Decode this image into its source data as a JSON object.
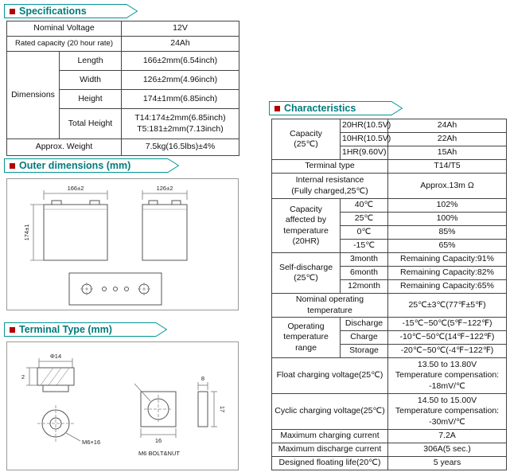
{
  "colors": {
    "teal": "#007b7b",
    "red": "#b30000",
    "border": "#444444"
  },
  "sections": {
    "specifications": {
      "title": "Specifications",
      "rows": [
        {
          "label": "Nominal Voltage",
          "value": "12V"
        },
        {
          "label": "Rated capacity (20 hour rate)",
          "value": "24Ah"
        }
      ],
      "dimensions_label": "Dimensions",
      "dimension_rows": [
        {
          "label": "Length",
          "value": "166±2mm(6.54inch)"
        },
        {
          "label": "Width",
          "value": "126±2mm(4.96inch)"
        },
        {
          "label": "Height",
          "value": "174±1mm(6.85inch)"
        },
        {
          "label": "Total Height",
          "value": "T14:174±2mm(6.85inch)\nT5:181±2mm(7.13inch)"
        }
      ],
      "weight_label": "Approx. Weight",
      "weight_value": "7.5kg(16.5lbs)±4%"
    },
    "outer": {
      "title": "Outer dimensions (mm)"
    },
    "terminal": {
      "title": "Terminal Type (mm)"
    },
    "characteristics": {
      "title": "Characteristics",
      "capacity": {
        "label": "Capacity\n(25℃)",
        "rows": [
          {
            "cond": "20HR(10.5V)",
            "value": "24Ah"
          },
          {
            "cond": "10HR(10.5V)",
            "value": "22Ah"
          },
          {
            "cond": "1HR(9.60V)",
            "value": "15Ah"
          }
        ]
      },
      "terminal_type": {
        "label": "Terminal type",
        "value": "T14/T5"
      },
      "internal_resistance": {
        "label": "Internal resistance\n(Fully charged,25℃)",
        "value": "Approx.13m Ω"
      },
      "capacity_temp": {
        "label": "Capacity\naffected by\ntemperature\n(20HR)",
        "rows": [
          {
            "cond": "40℃",
            "value": "102%"
          },
          {
            "cond": "25℃",
            "value": "100%"
          },
          {
            "cond": "0℃",
            "value": "85%"
          },
          {
            "cond": "-15℃",
            "value": "65%"
          }
        ]
      },
      "self_discharge": {
        "label": "Self-discharge\n(25℃)",
        "rows": [
          {
            "cond": "3month",
            "value": "Remaining Capacity:91%"
          },
          {
            "cond": "6month",
            "value": "Remaining Capacity:82%"
          },
          {
            "cond": "12month",
            "value": "Remaining Capacity:65%"
          }
        ]
      },
      "nominal_temp": {
        "label": "Nominal operating\ntemperature",
        "value": "25℃±3℃(77℉±5℉)"
      },
      "operating_range": {
        "label": "Operating\ntemperature\nrange",
        "rows": [
          {
            "cond": "Discharge",
            "value": "-15℃~50℃(5℉~122℉)"
          },
          {
            "cond": "Charge",
            "value": "-10℃~50℃(14℉~122℉)"
          },
          {
            "cond": "Storage",
            "value": "-20℃~50℃(-4℉~122℉)"
          }
        ]
      },
      "float_charge": {
        "label": "Float charging voltage(25℃)",
        "value": "13.50 to 13.80V\nTemperature compensation:\n-18mV/℃"
      },
      "cyclic_charge": {
        "label": "Cyclic charging voltage(25℃)",
        "value": "14.50 to 15.00V\nTemperature compensation:\n-30mV/℃"
      },
      "max_charge_current": {
        "label": "Maximum charging current",
        "value": "7.2A"
      },
      "max_discharge_current": {
        "label": "Maximum discharge current",
        "value": "306A(5 sec.)"
      },
      "floating_life": {
        "label": "Designed floating life(20℃)",
        "value": "5 years"
      }
    }
  },
  "drawings": {
    "outer": {
      "front_width": "166±2",
      "side_width": "126±2",
      "height": "174±1"
    },
    "terminal": {
      "dia": "Φ14",
      "thickness": "2",
      "bolt": "M6×16",
      "w16": "16",
      "h17": "17",
      "w8": "8",
      "boltnut": "M6 BOLT&NUT"
    }
  }
}
